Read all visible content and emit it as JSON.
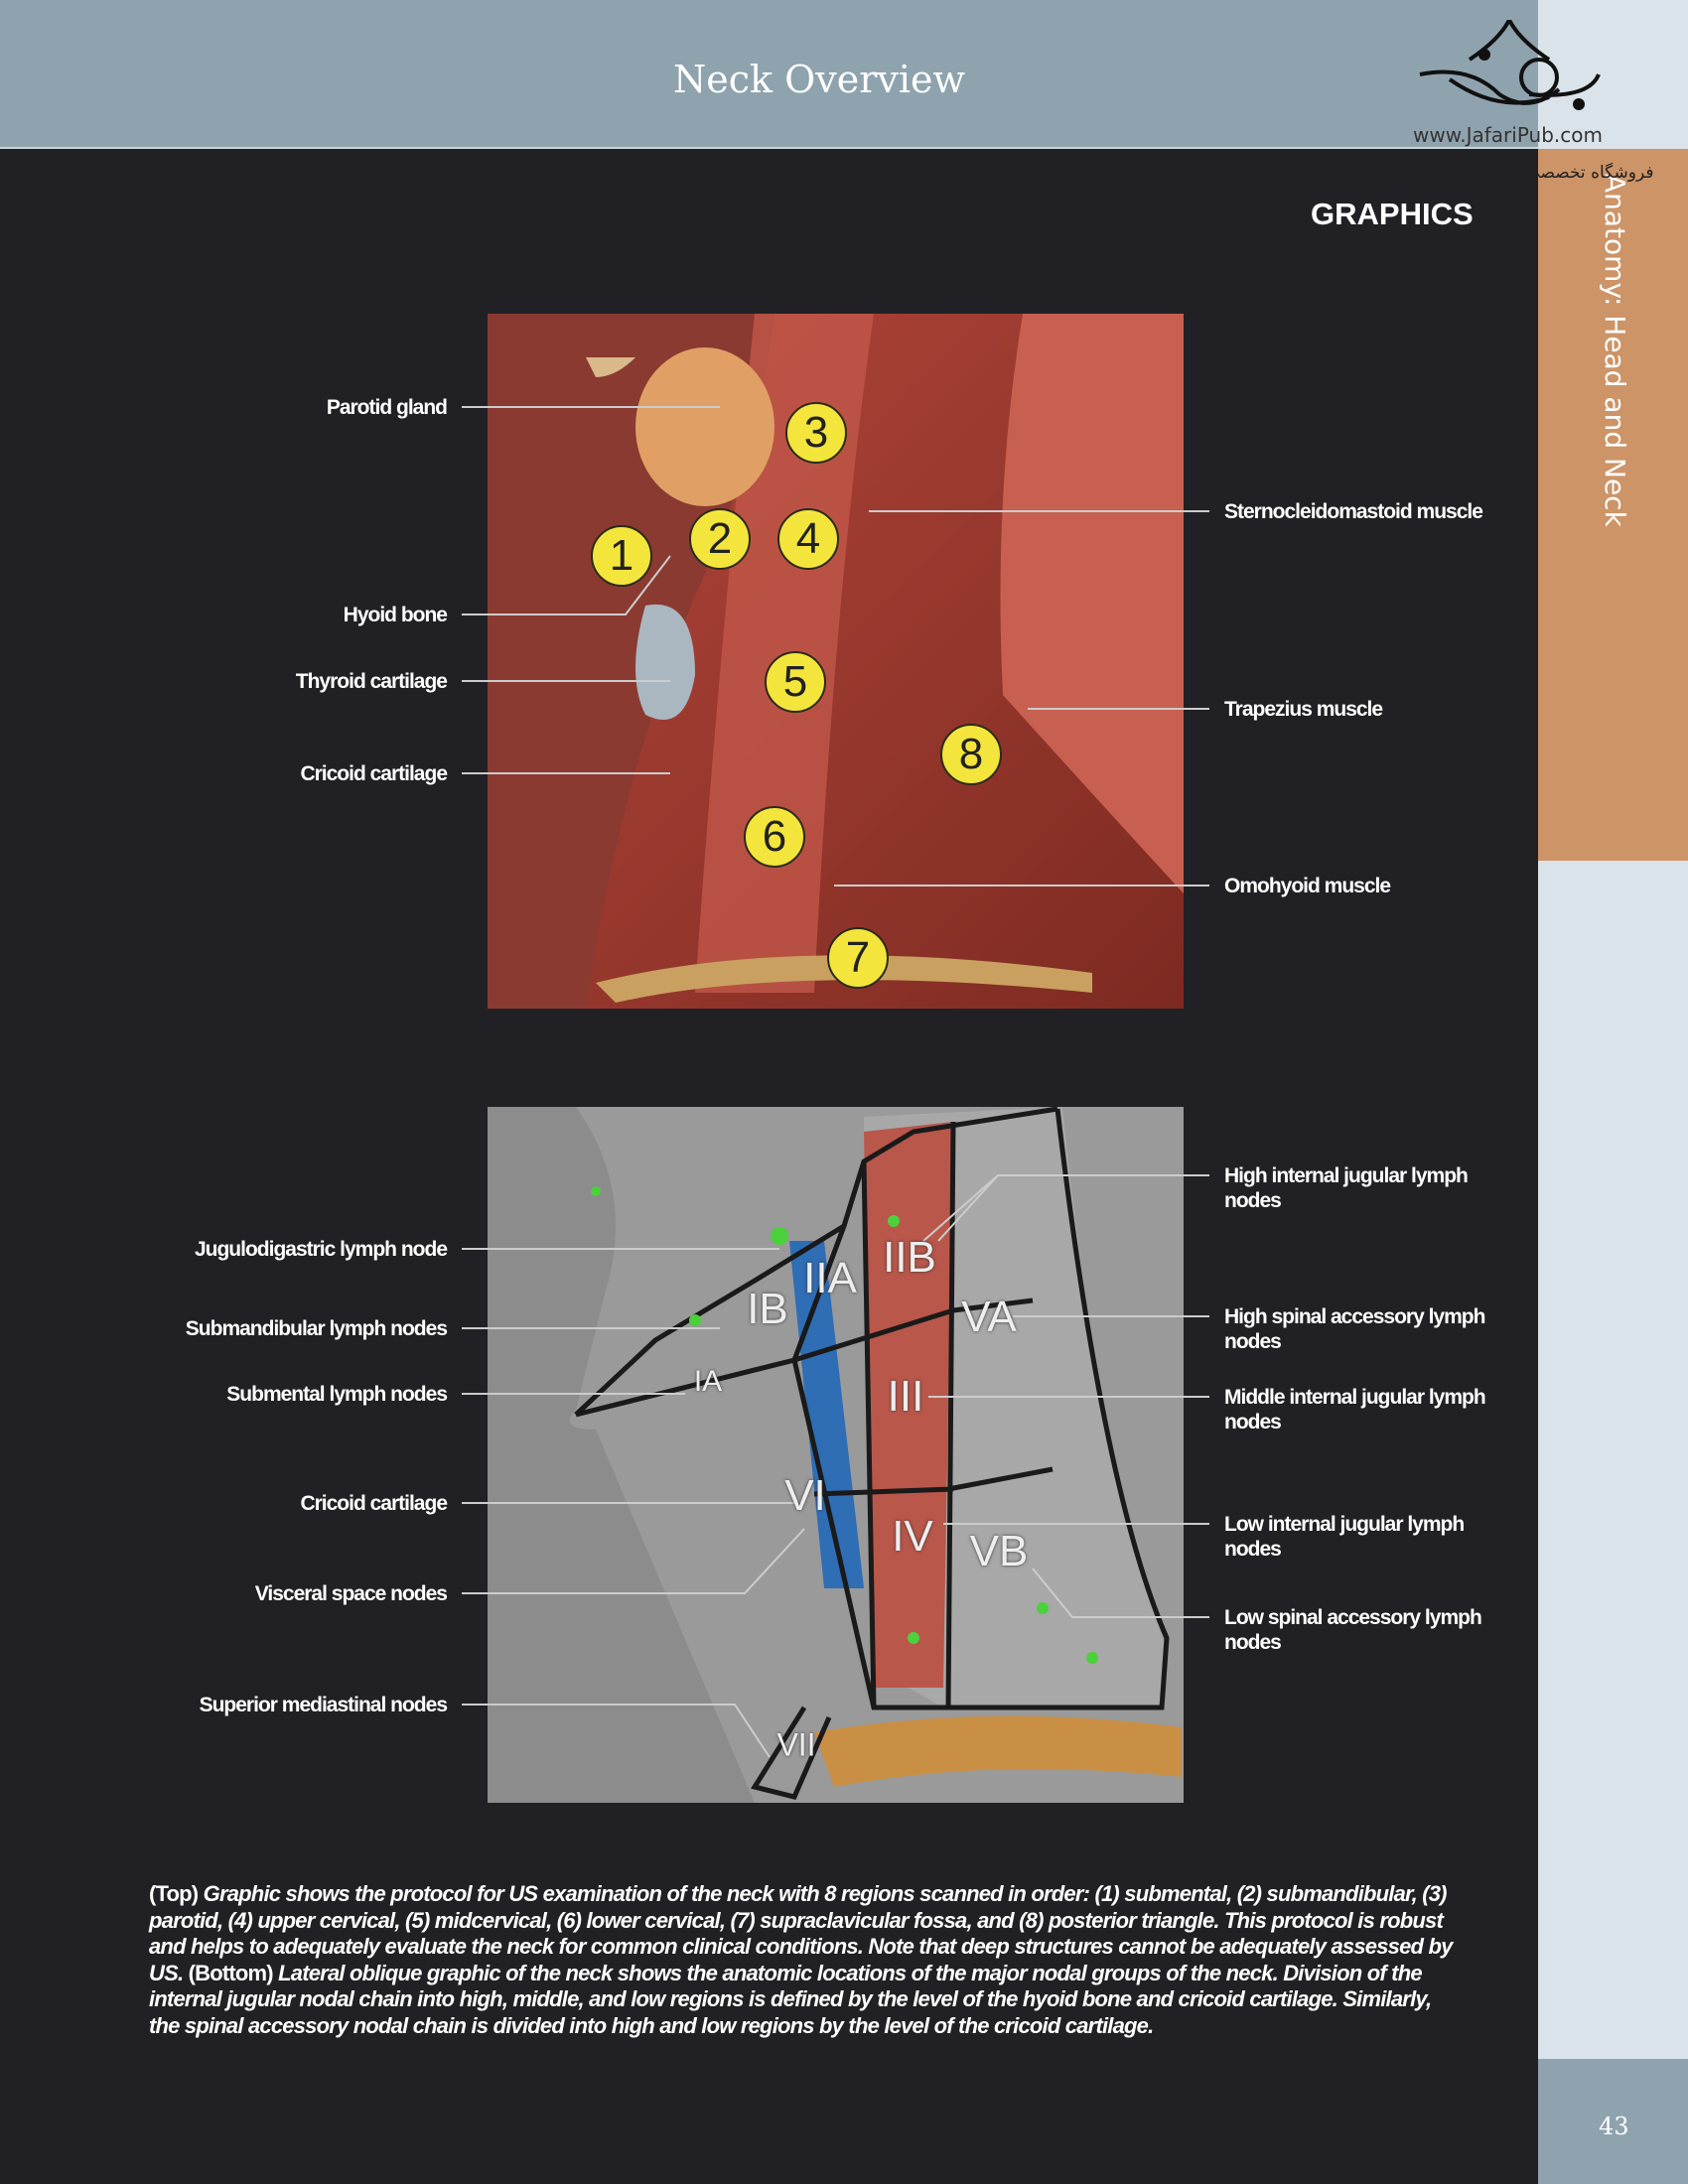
{
  "header": {
    "title": "Neck Overview"
  },
  "logo": {
    "url": "www.JafariPub.com",
    "tagline": "فروشگاه تخصصی پزشکی جعفری نوین"
  },
  "sidebar": {
    "title": "Anatomy: Head and Neck",
    "page_number": "43"
  },
  "section": "GRAPHICS",
  "top_figure": {
    "left_labels": [
      "Parotid gland",
      "Hyoid bone",
      "Thyroid cartilage",
      "Cricoid cartilage"
    ],
    "right_labels": [
      "Sternocleidomastoid muscle",
      "Trapezius muscle",
      "Omohyoid muscle"
    ],
    "region_numbers": [
      "1",
      "2",
      "3",
      "4",
      "5",
      "6",
      "7",
      "8"
    ]
  },
  "bottom_figure": {
    "left_labels": [
      "Jugulodigastric lymph node",
      "Submandibular lymph nodes",
      "Submental lymph nodes",
      "Cricoid cartilage",
      "Visceral space nodes",
      "Superior mediastinal nodes"
    ],
    "right_labels": [
      "High internal jugular lymph nodes",
      "High spinal accessory lymph nodes",
      "Middle internal jugular lymph nodes",
      "Low internal jugular lymph nodes",
      "Low spinal accessory lymph nodes"
    ],
    "levels": [
      "IA",
      "IB",
      "IIA",
      "IIB",
      "III",
      "IV",
      "VA",
      "VB",
      "VI",
      "VII"
    ]
  },
  "caption": {
    "top_tag": "(Top)",
    "top_text": "Graphic shows the protocol for US examination of the neck with 8 regions scanned in order: (1) submental, (2) submandibular, (3) parotid, (4) upper cervical, (5) midcervical, (6) lower cervical, (7) supraclavicular fossa, and (8) posterior triangle. This protocol is robust and helps to adequately evaluate the neck for common clinical conditions. Note that deep structures cannot be adequately assessed by US.",
    "bottom_tag": "(Bottom)",
    "bottom_text": "Lateral oblique graphic of the neck shows the anatomic locations of the major nodal groups of the neck. Division of the internal jugular nodal chain into high, middle, and low regions is defined by the level of the hyoid bone and cricoid cartilage. Similarly, the spinal accessory nodal chain is divided into high and low regions by the level of the cricoid cartilage."
  }
}
